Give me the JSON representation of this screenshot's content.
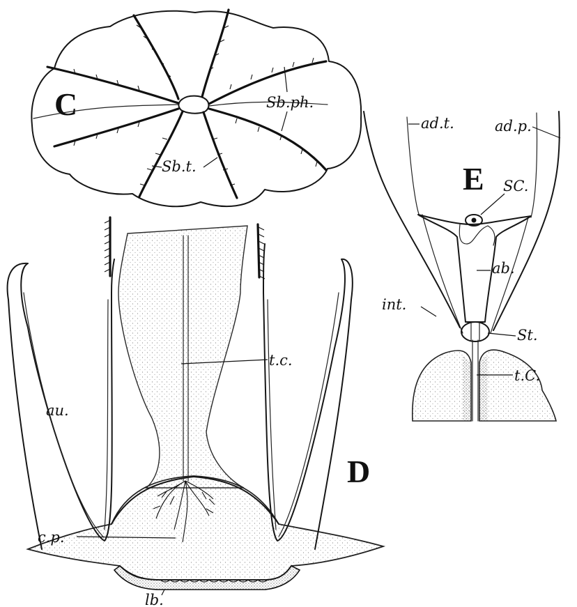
{
  "panels": {
    "c": "C",
    "d": "D",
    "e": "E"
  },
  "labels": {
    "sb_ph": "Sb.ph.",
    "sb_t": "Sb.t.",
    "au": "au.",
    "tc_d": "t.c.",
    "cp": "c.p.",
    "lb": "lb.",
    "ad_t": "ad.t.",
    "ad_p": "ad.p.",
    "sc": "SC.",
    "ab": "ab.",
    "int": "int.",
    "st": "St.",
    "tc_e": "t.C."
  },
  "colors": {
    "ink": "#161616",
    "stipple": "#5a5a5a",
    "background": "#ffffff"
  }
}
